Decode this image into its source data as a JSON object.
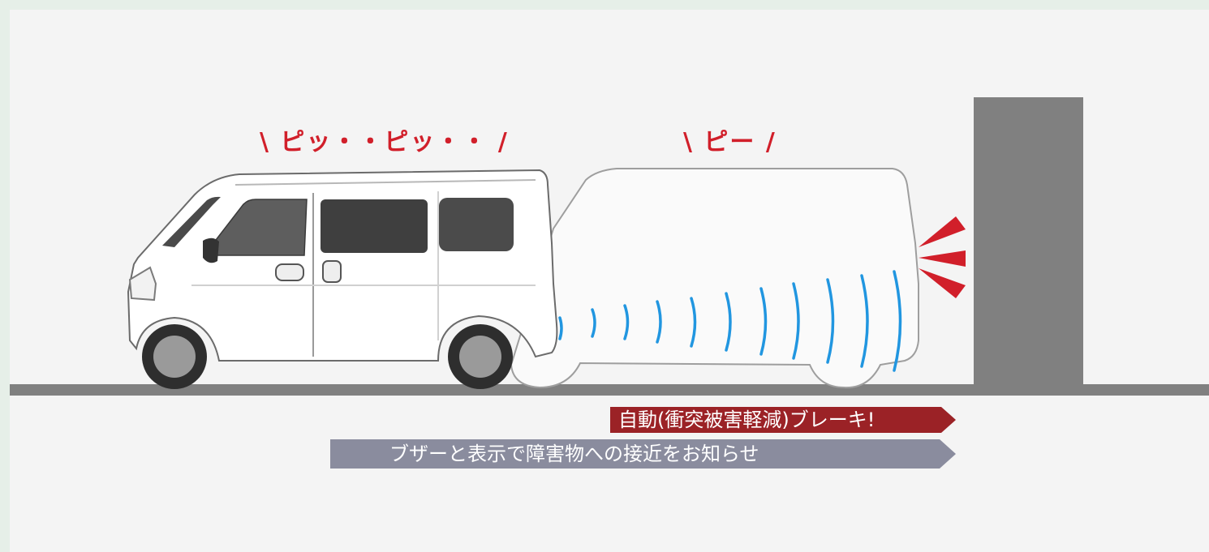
{
  "diagram": {
    "sound_effects": {
      "left": "\\ ピッ・・ピッ・・ /",
      "right": "\\ ピー /"
    },
    "arrows": [
      {
        "id": "brake",
        "label": "自動(衝突被害軽減)ブレーキ!",
        "color": "#9b2226"
      },
      {
        "id": "buzzer",
        "label": "ブザーと表示で障害物への接近をお知らせ",
        "color": "#8a8c9e"
      }
    ],
    "colors": {
      "background": "#f4f4f4",
      "frame": "#e6efe8",
      "ground": "#808080",
      "wall": "#808080",
      "sensor_wave": "#2196e0",
      "alert": "#d11f2a"
    }
  }
}
